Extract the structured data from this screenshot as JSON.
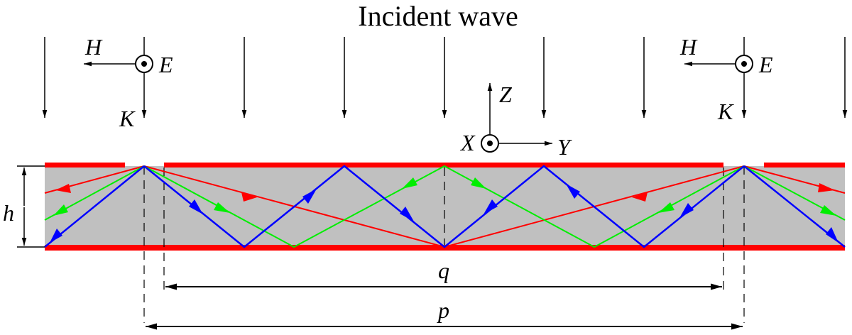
{
  "diagram": {
    "title": "Incident wave",
    "labels": {
      "h_left": "H",
      "e_left": "E",
      "k_left": "K",
      "h_right": "H",
      "e_right": "E",
      "k_right": "K",
      "axis_z": "Z",
      "axis_x": "X",
      "axis_y": "Y",
      "height": "h",
      "dim_q": "q",
      "dim_p": "p"
    },
    "colors": {
      "plate": "#ff0000",
      "substrate": "#c0c0c0",
      "ray_red": "#ff0000",
      "ray_green": "#00ee00",
      "ray_blue": "#0000ff",
      "line": "#000000"
    }
  }
}
